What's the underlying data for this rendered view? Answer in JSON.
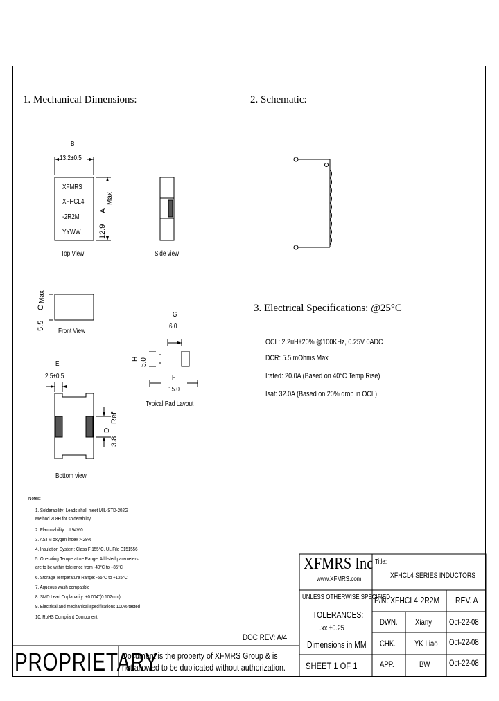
{
  "sections": {
    "mechanical": "1. Mechanical Dimensions:",
    "schematic": "2. Schematic:",
    "electrical": "3. Electrical Specifications: @25°C"
  },
  "top_view": {
    "dim_b_label": "B",
    "dim_b_value": "13.2±0.5",
    "marking": [
      "XFMRS",
      "XFHCL4",
      "-2R2M",
      "YYWW"
    ],
    "dim_a_value": "12.9",
    "dim_a_label": "A",
    "dim_a_max": "Max",
    "caption": "Top View"
  },
  "side_view": {
    "caption": "Side view"
  },
  "front_view": {
    "dim_c_value": "5.5",
    "dim_c_label": "C",
    "dim_c_max": "Max",
    "caption": "Front View"
  },
  "pad_layout": {
    "g_label": "G",
    "g_value": "6.0",
    "h_label": "H",
    "h_value": "5.0",
    "f_label": "F",
    "f_value": "15.0",
    "caption": "Typical Pad Layout"
  },
  "bottom_view": {
    "e_label": "E",
    "e_value": "2.5±0.5",
    "d_label": "D",
    "d_value": "3.8",
    "d_ref": "Ref",
    "caption": "Bottom view"
  },
  "electrical": {
    "ocl": "OCL: 2.2uH±20% @100KHz, 0.25V 0ADC",
    "dcr": "DCR: 5.5 mOhms Max",
    "irated": "Irated: 20.0A (Based on 40°C Temp Rise)",
    "isat": "Isat: 32.0A (Based on 20% drop in OCL)"
  },
  "notes": {
    "title": "Notes:",
    "items": [
      "1. Solderability: Leads shall meet MIL-STD-202G",
      "    Method 208H for solderability.",
      "2. Flammability: UL94V-0",
      "3. ASTM oxygen index > 28%",
      "4. Insulation System: Class F 155°C, UL File E151556",
      "5. Operating Temperature Range: All listed parameters",
      "    are to be within tolerance from -40°C to +85°C",
      "6. Storage Temperature Range: -55°C to +125°C",
      "7. Aqueous wash compatible",
      "8. SMD Lead Coplanarity: ±0.004\"(0.102mm)",
      "9. Electrical and mechanical specifications 100% tested",
      "10. RoHS Compliant Component"
    ]
  },
  "doc_rev": "DOC REV: A/4",
  "proprietary": {
    "word": "PROPRIETARY",
    "line1": "Document is the property of XFMRS Group & is",
    "line2": "not allowed to be duplicated without authorization."
  },
  "title_block": {
    "company": "XFMRS Inc",
    "website": "www.XFMRS.com",
    "title_label": "Title:",
    "title_value": "XFHCL4 SERIES INDUCTORS",
    "unless": "UNLESS OTHERWISE SPECIFIED",
    "tolerances": "TOLERANCES:",
    "tol_value": ".xx  ±0.25",
    "dimensions": "Dimensions in MM",
    "pn": "P/N: XFHCL4-2R2M",
    "rev": "REV. A",
    "dwn_label": "DWN.",
    "dwn_name": "Xiany",
    "dwn_date": "Oct-22-08",
    "chk_label": "CHK.",
    "chk_name": "YK Liao",
    "chk_date": "Oct-22-08",
    "app_label": "APP.",
    "app_name": "BW",
    "app_date": "Oct-22-08",
    "sheet": "SHEET 1 OF 1"
  }
}
